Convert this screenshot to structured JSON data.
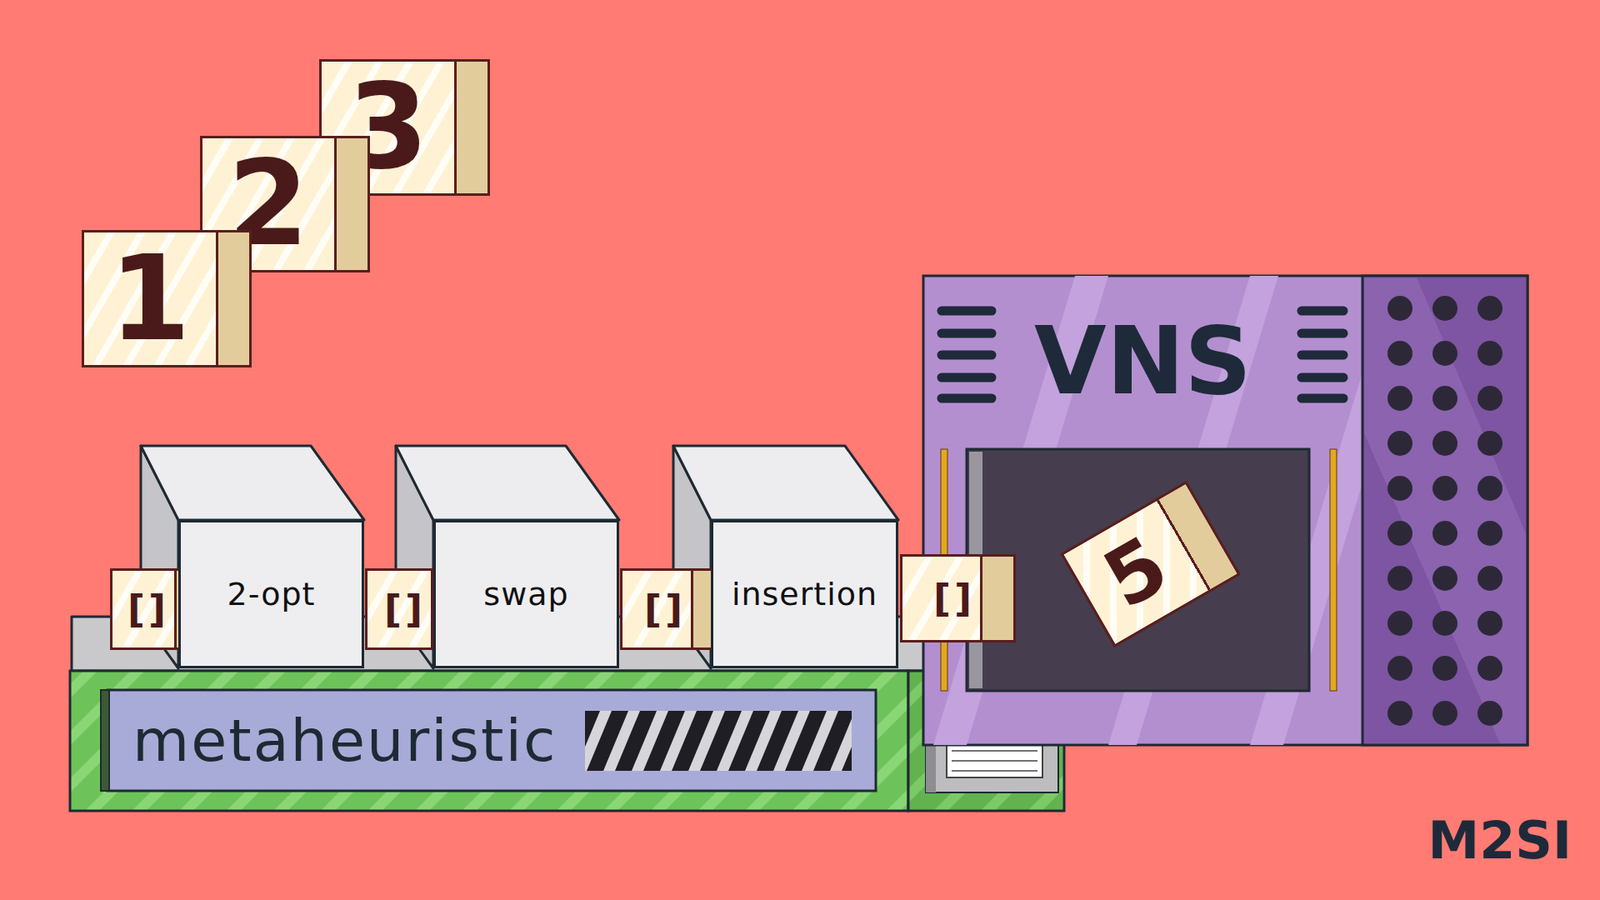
{
  "diagram": {
    "nodes": [
      {
        "text": [
          "1"
        ]
      },
      {
        "text": [
          "2"
        ]
      },
      {
        "text": [
          "3"
        ]
      },
      {
        "text": [
          "[]"
        ]
      },
      {
        "text": [
          "2-opt"
        ]
      },
      {
        "text": [
          "[]"
        ]
      },
      {
        "text": [
          "swap"
        ]
      },
      {
        "text": [
          "[]"
        ]
      },
      {
        "text": [
          "insertion"
        ]
      },
      {
        "text": [
          "[]"
        ]
      },
      {
        "text": [
          "metaheuristic"
        ]
      },
      {
        "text": [
          "VNS"
        ]
      },
      {
        "text": [
          "5"
        ],
        "in": 11
      }
    ],
    "labels": [
      "M2SI"
    ]
  }
}
